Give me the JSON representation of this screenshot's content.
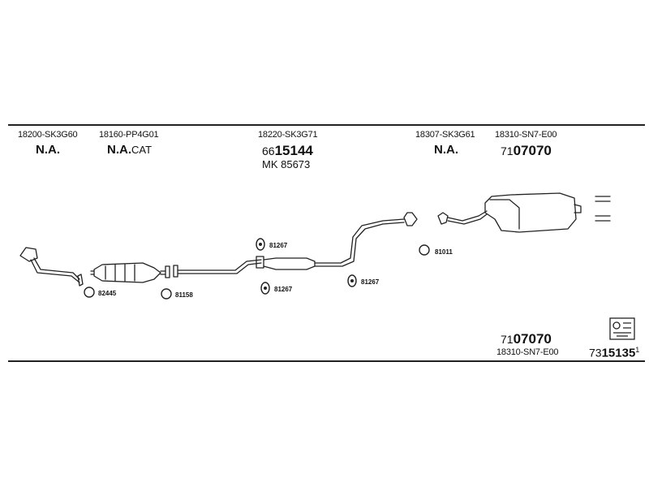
{
  "columns": [
    {
      "part": "18200-SK3G60",
      "status": "N.A."
    },
    {
      "part": "18160-PP4G01",
      "status": "N.A.",
      "suffix": "CAT"
    },
    {
      "part": "18220-SK3G71",
      "ref_prefix": "66",
      "ref_main": "15144",
      "extra": "MK  85673"
    },
    {
      "part": "18307-SK3G61",
      "status": "N.A."
    },
    {
      "part": "18310-SN7-E00",
      "ref_prefix": "71",
      "ref_main": "07070"
    }
  ],
  "callouts": [
    "82445",
    "81158",
    "81267",
    "81267",
    "81267",
    "81011"
  ],
  "footer": {
    "ref_prefix": "71",
    "ref_main": "07070",
    "part": "18310-SN7-E00",
    "kit_prefix": "73",
    "kit_main": "15135",
    "kit_sup": "1"
  }
}
